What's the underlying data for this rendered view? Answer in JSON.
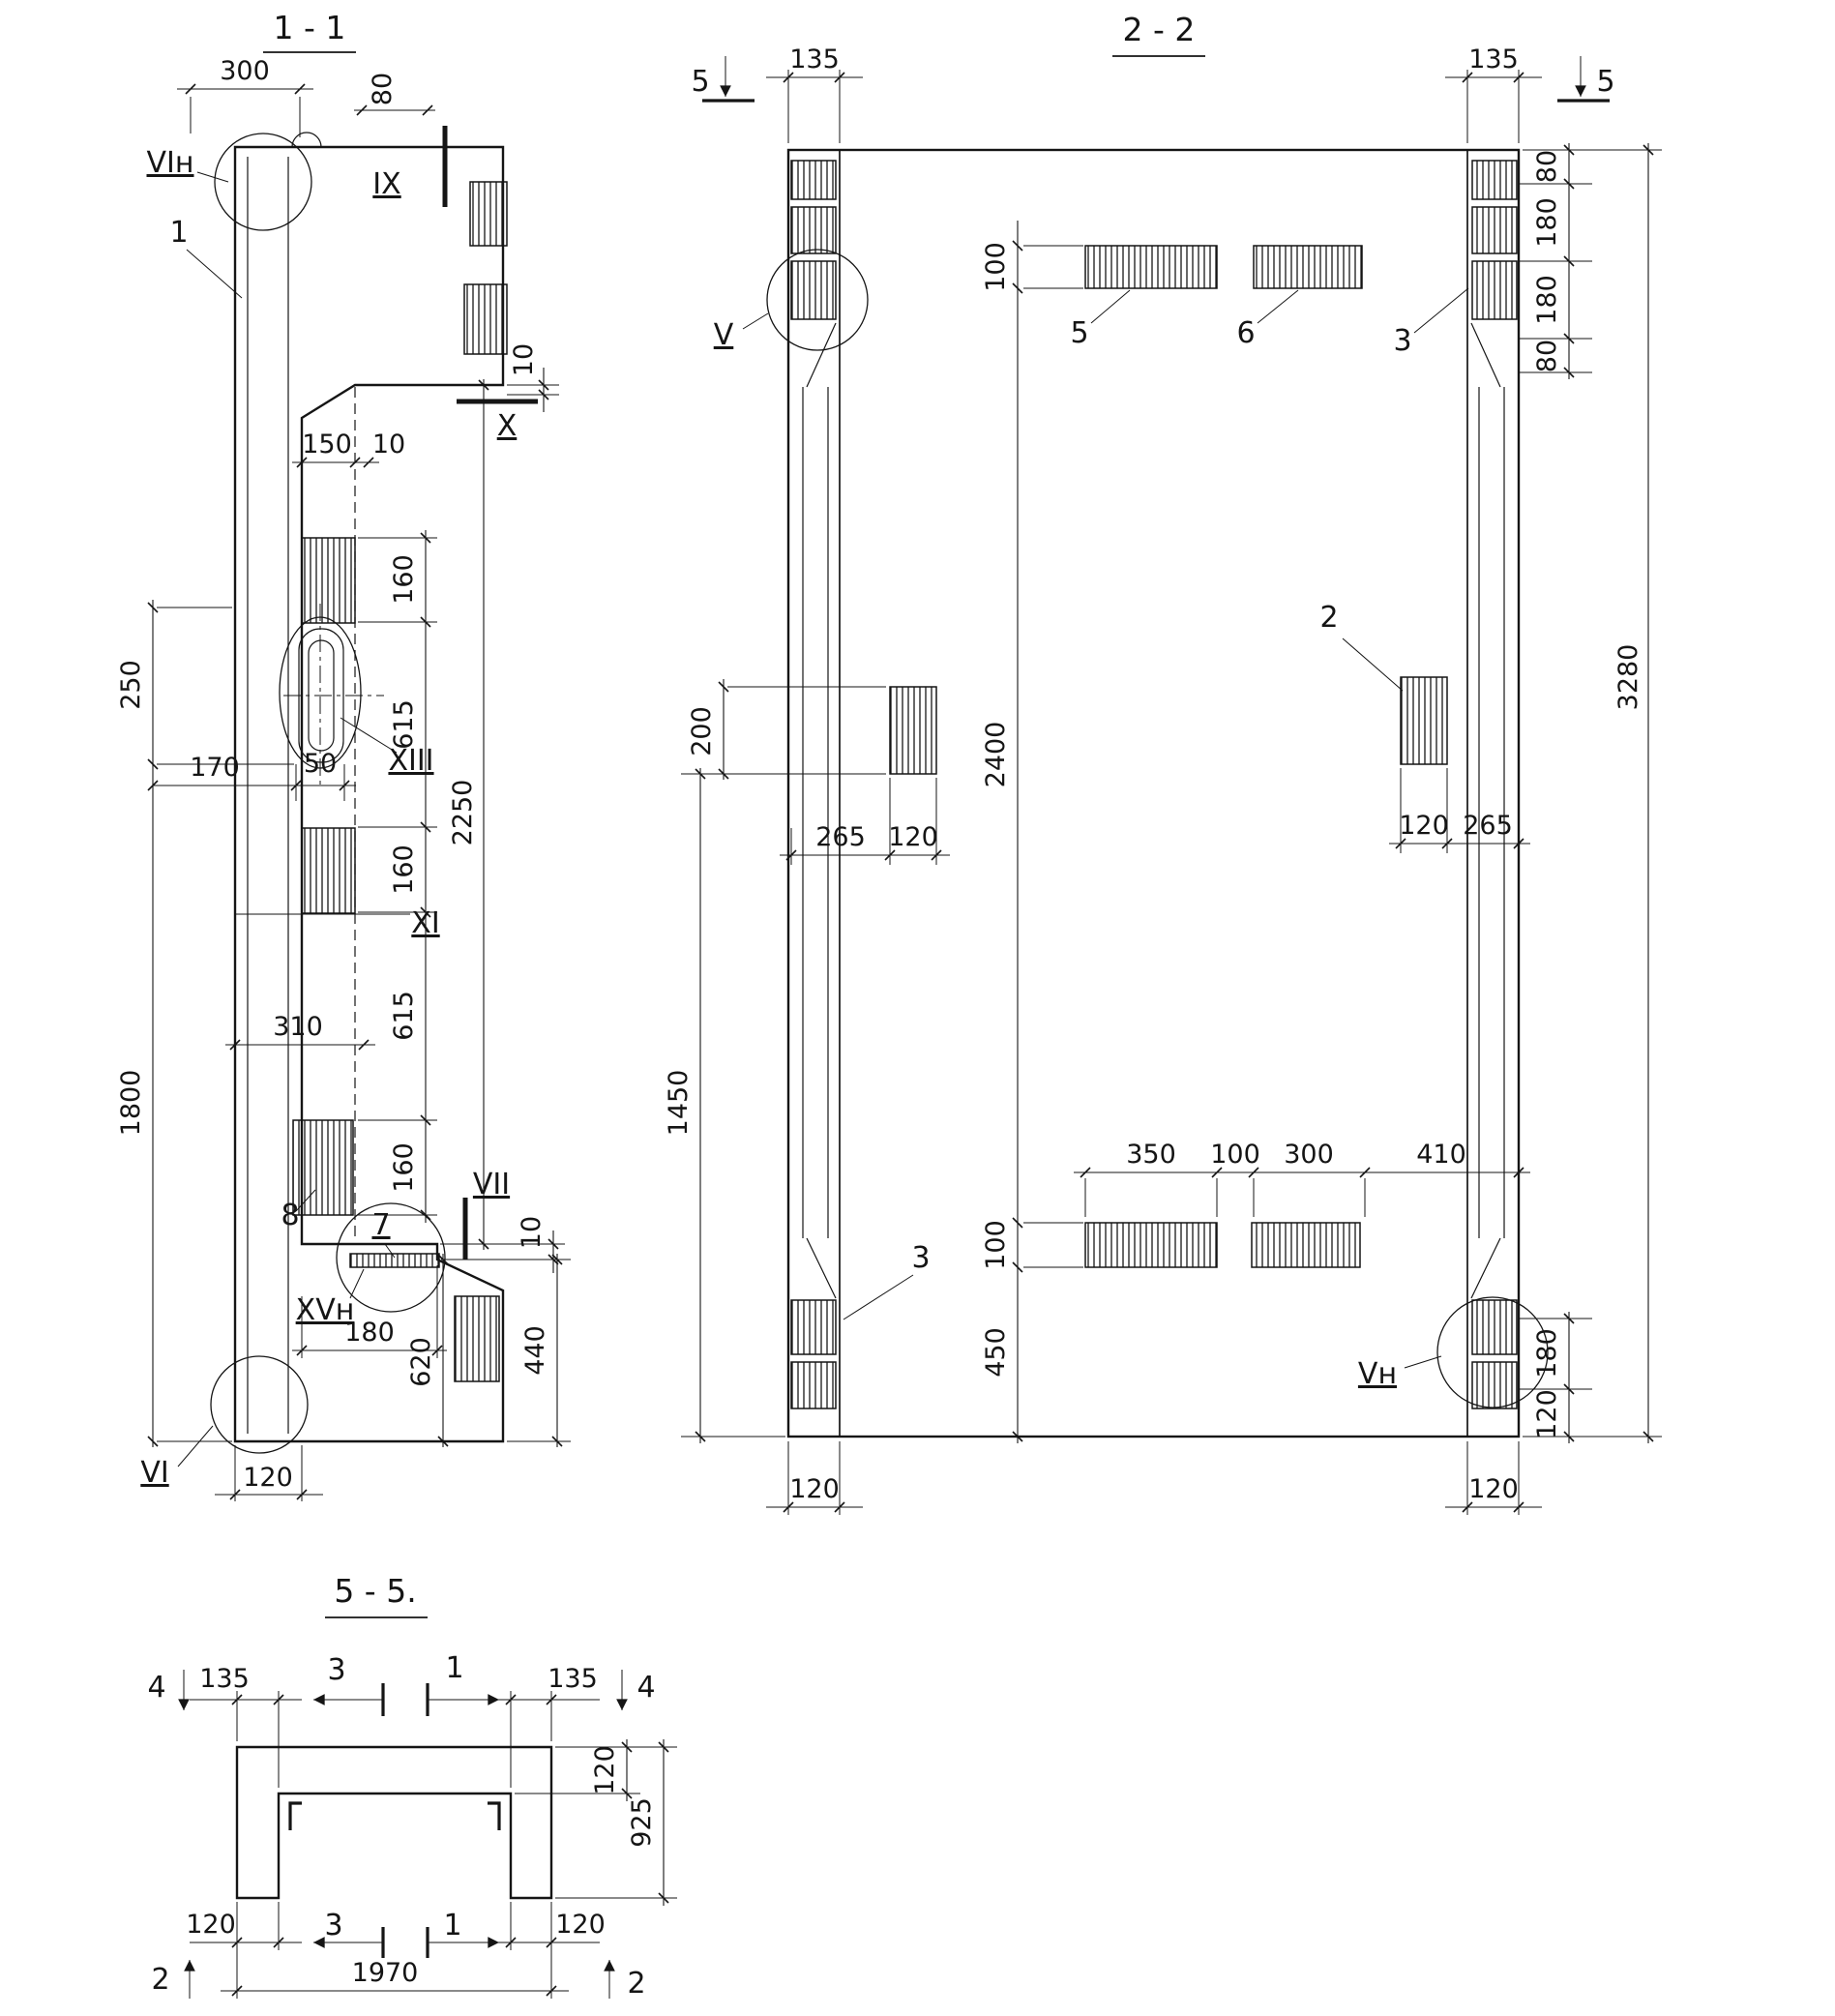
{
  "s11": {
    "title": "1 - 1",
    "dims": {
      "d300": "300",
      "d80": "80",
      "d10top": "10",
      "d150": "150",
      "d10b": "10",
      "d160a": "160",
      "d615a": "615",
      "d160b": "160",
      "d615b": "615",
      "d160c": "160",
      "d2250": "2250",
      "d250": "250",
      "d1800": "1800",
      "d170": "170",
      "d50": "50",
      "d310": "310",
      "d10c": "10",
      "d180": "180",
      "d440": "440",
      "d620": "620",
      "d120": "120"
    },
    "marks": {
      "vin": "VIн",
      "ix": "IX",
      "x": "X",
      "xiii": "XIII",
      "xi": "XI",
      "vii": "VII",
      "xvn": "XVн",
      "vi": "VI"
    },
    "items": {
      "n1": "1",
      "n7": "7",
      "n8": "8"
    }
  },
  "s22": {
    "title": "2 - 2",
    "dims": {
      "d135l": "135",
      "d135r": "135",
      "d80a": "80",
      "d180a": "180",
      "d180b": "180",
      "d80b": "80",
      "d3280": "3280",
      "d100a": "100",
      "d2400": "2400",
      "d100c": "100",
      "d450": "450",
      "d200": "200",
      "d1450": "1450",
      "d265l": "265",
      "d120la": "120",
      "d120ra": "120",
      "d265r": "265",
      "d350": "350",
      "d100b": "100",
      "d300": "300",
      "d410": "410",
      "d180c": "180",
      "d120b": "120",
      "d120botl": "120",
      "d120botr": "120"
    },
    "marks": {
      "v": "V",
      "vn": "Vн",
      "s5l": "5",
      "s5r": "5"
    },
    "items": {
      "n5": "5",
      "n6": "6",
      "n3a": "3",
      "n3b": "3",
      "n2": "2"
    }
  },
  "s55": {
    "title": "5 - 5.",
    "dims": {
      "d135l": "135",
      "d135r": "135",
      "d120r": "120",
      "d925": "925",
      "d120botl": "120",
      "d120botr": "120",
      "d1970": "1970"
    },
    "marks": {
      "s4l": "4",
      "s4r": "4",
      "s3top": "3",
      "s1top": "1",
      "s3bot": "3",
      "s1bot": "1",
      "s2l": "2",
      "s2r": "2"
    }
  }
}
